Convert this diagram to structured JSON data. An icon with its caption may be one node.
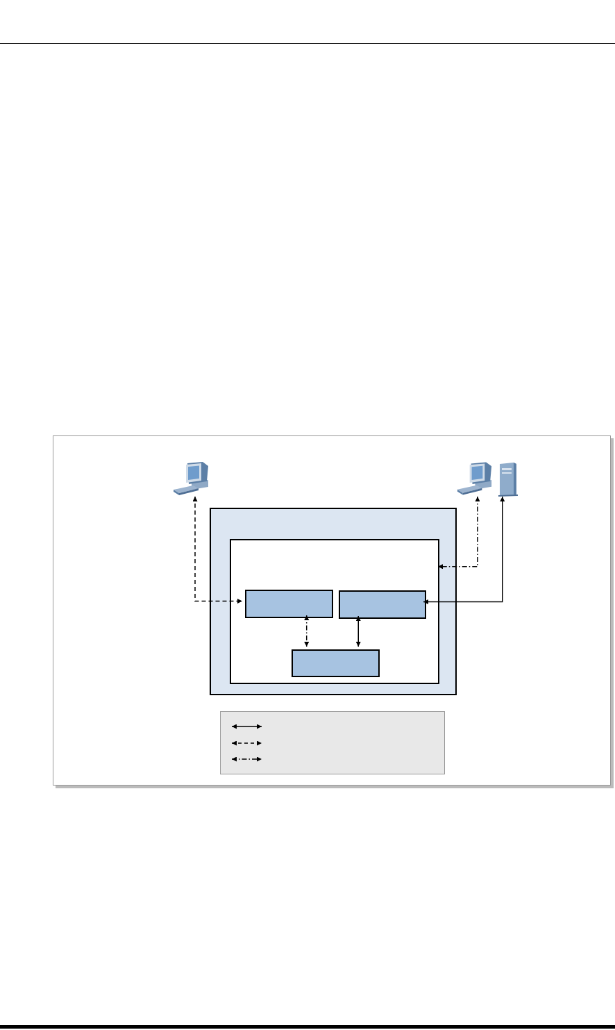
{
  "diagram": {
    "nodes": [
      {
        "text": [],
        "shape": "computer"
      },
      {
        "text": [],
        "shape": "computer"
      },
      {
        "text": [],
        "shape": "server"
      },
      {
        "text": [],
        "shape": "box"
      },
      {
        "text": [],
        "shape": "box",
        "in": 3
      },
      {
        "text": [],
        "shape": "box",
        "in": 4
      },
      {
        "text": [],
        "shape": "box",
        "in": 4
      },
      {
        "text": [],
        "shape": "box",
        "in": 4
      }
    ],
    "edges": [
      {
        "from": 0,
        "to": 5,
        "arrow": "both",
        "style": "dashed"
      },
      {
        "from": 1,
        "to": 4,
        "arrow": "both",
        "style": "dashed"
      },
      {
        "from": 2,
        "to": 6,
        "arrow": "both"
      },
      {
        "from": 5,
        "to": 7,
        "arrow": "both",
        "style": "dashed"
      },
      {
        "from": 6,
        "to": 7,
        "arrow": "both"
      }
    ]
  }
}
